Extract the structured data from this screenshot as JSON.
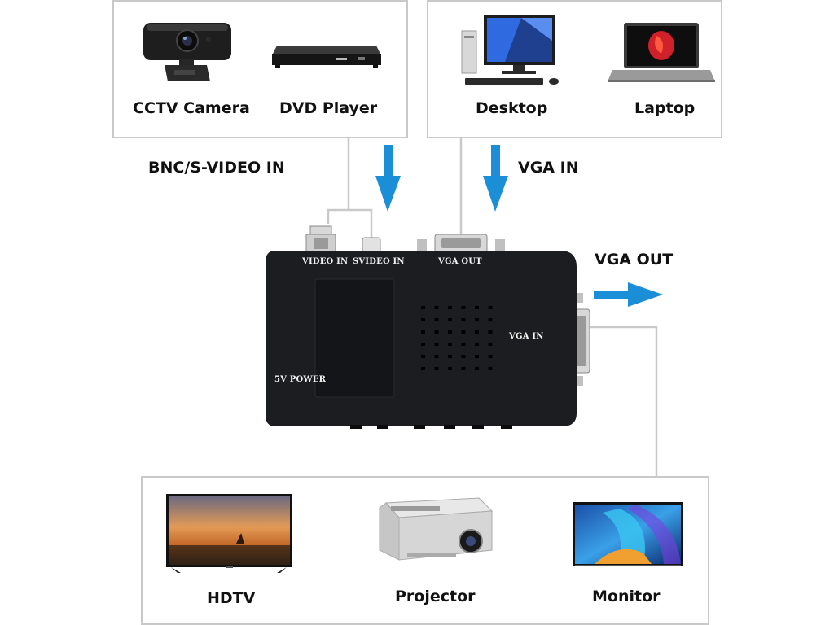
{
  "sources_left": {
    "items": [
      {
        "label": "CCTV Camera"
      },
      {
        "label": "DVD Player"
      }
    ]
  },
  "sources_right": {
    "items": [
      {
        "label": "Desktop"
      },
      {
        "label": "Laptop"
      }
    ]
  },
  "outputs": {
    "items": [
      {
        "label": "HDTV"
      },
      {
        "label": "Projector"
      },
      {
        "label": "Monitor"
      }
    ]
  },
  "flow_labels": {
    "bnc_in": "BNC/S-VIDEO IN",
    "vga_in": "VGA IN",
    "vga_out": "VGA OUT"
  },
  "device": {
    "video_in": "VIDEO IN",
    "svideo_in": "SVIDEO IN",
    "vga_out": "VGA OUT",
    "vga_in": "VGA IN",
    "power": "5V POWER"
  },
  "colors": {
    "arrow": "#1a8fd8",
    "frame": "#c9c9c9",
    "device": "#1c1d20"
  }
}
